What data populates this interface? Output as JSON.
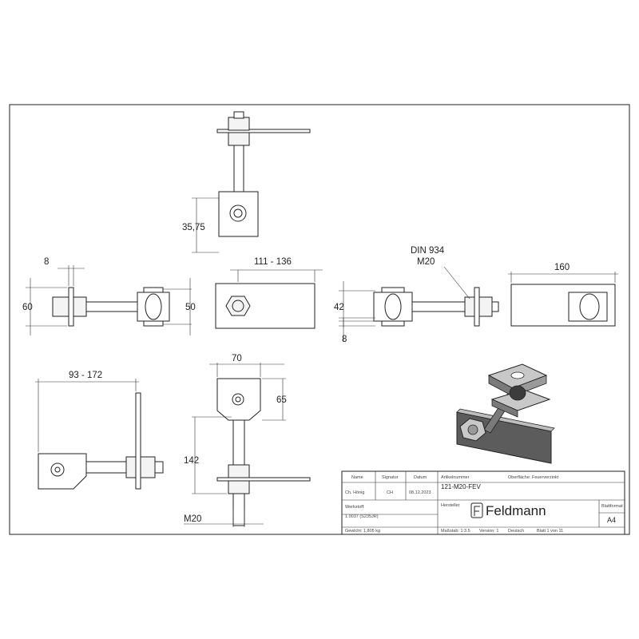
{
  "dimensions": {
    "top_hole_offset": "35,75",
    "flat_thickness": "8",
    "left_height": "60",
    "fork_height": "50",
    "plate_length": "111 - 136",
    "din_label": "DIN 934",
    "thread_label": "M20",
    "right_height": "42",
    "right_thickness": "8",
    "side_length": "160",
    "reach": "93 - 172",
    "plate_width": "70",
    "plate_height": "65",
    "bolt_length": "142",
    "bolt_thread": "M20"
  },
  "title_block": {
    "headers": {
      "name": "Name",
      "signature": "Signatur",
      "date": "Datum",
      "article": "Artikelnummer",
      "surface": "Oberfläche: Feuerverzinkt",
      "material_label": "Werkstoff:",
      "manufacturer": "Hersteller",
      "sheet_format": "Blattformat",
      "weight": "Gewicht: 1,805 kg",
      "scale": "Maßstab: 1:3.5",
      "version": "Version: 1",
      "language": "Deutsch",
      "sheet": "Blatt 1 von 11"
    },
    "name_value": "Ch. Hönig",
    "signature_value": "CH",
    "date_value": "08.12.2023",
    "article_value": "121-M20-FEV",
    "material_value": "1.0037 (S235JR)",
    "manufacturer_value": "Feldmann",
    "sheet_format_value": "A4"
  },
  "colors": {
    "line": "#222222",
    "steel_dark": "#5c5c5c",
    "steel_light": "#c8c8c8",
    "background": "#ffffff"
  }
}
